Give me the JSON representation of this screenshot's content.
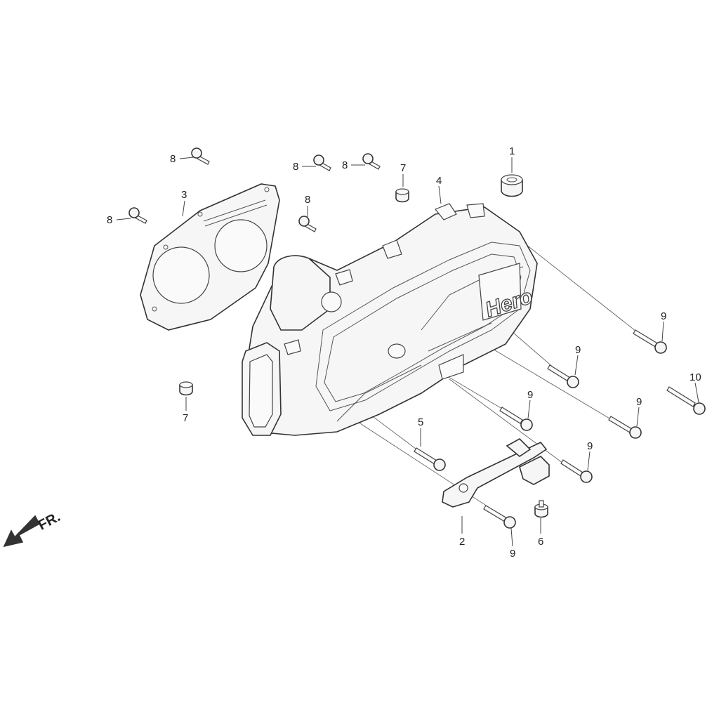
{
  "diagram": {
    "direction_label": "FR.",
    "logo_text": "Hero",
    "callouts": {
      "c1": "1",
      "c2": "2",
      "c3": "3",
      "c4": "4",
      "c5": "5",
      "c6": "6",
      "c7a": "7",
      "c7b": "7",
      "c8a": "8",
      "c8b": "8",
      "c8c": "8",
      "c8d": "8",
      "c8e": "8",
      "c9a": "9",
      "c9b": "9",
      "c9c": "9",
      "c9d": "9",
      "c9e": "9",
      "c9f": "9",
      "c10": "10"
    }
  }
}
